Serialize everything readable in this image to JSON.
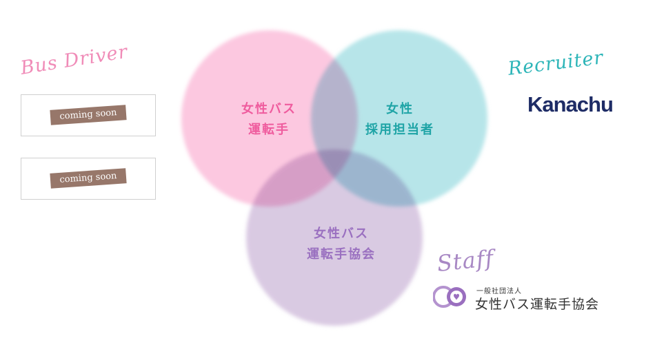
{
  "left": {
    "heading": "Bus Driver",
    "items": [
      {
        "label": "coming soon"
      },
      {
        "label": "coming soon"
      }
    ]
  },
  "venn": {
    "driver_line1": "女性バス",
    "driver_line2": "運転手",
    "recruiter_line1": "女性",
    "recruiter_line2": "採用担当者",
    "assoc_line1": "女性バス",
    "assoc_line2": "運転手協会",
    "colors": {
      "driver": "#fbb6d6",
      "recruiter": "#9fdde2",
      "assoc": "#cdb8d9"
    }
  },
  "right": {
    "recruiter_heading": "Recruiter",
    "recruiter_logo": "Kanachu",
    "staff_heading": "Staff",
    "staff_org_type": "一般社団法人",
    "staff_org_name": "女性バス運転手協会"
  }
}
